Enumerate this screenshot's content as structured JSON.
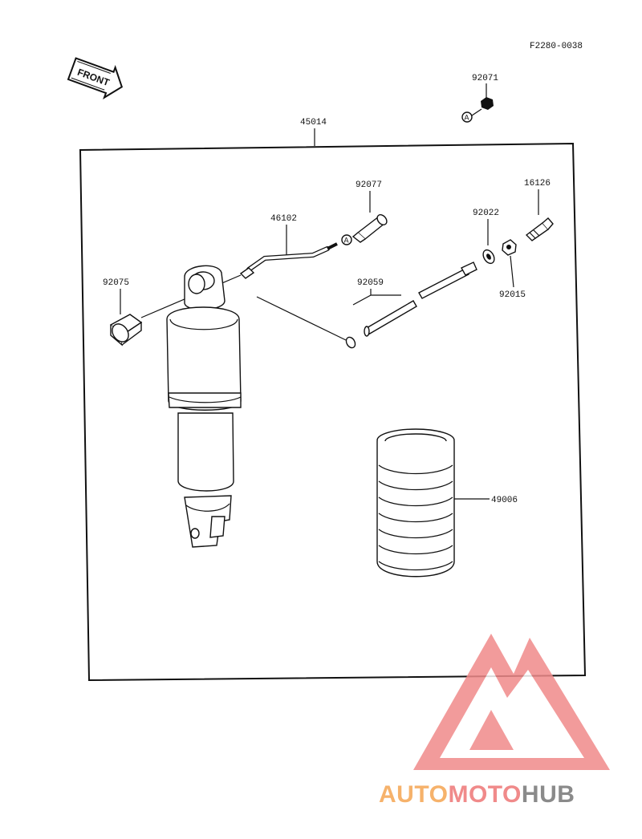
{
  "figure_code": "F2280-0038",
  "front_label": "FRONT",
  "marker": "A",
  "parts": {
    "p92071": "92071",
    "p45014": "45014",
    "p92077": "92077",
    "p16126": "16126",
    "p46102": "46102",
    "p92022": "92022",
    "p92075": "92075",
    "p92059": "92059",
    "p92015": "92015",
    "p49006": "49006"
  },
  "watermark": {
    "part1": "AUTO",
    "part2": "MOTO",
    "part3": "HUB",
    "color1": "#f6b26b",
    "color2": "#f08a8a",
    "color3": "#8a8a8a"
  }
}
